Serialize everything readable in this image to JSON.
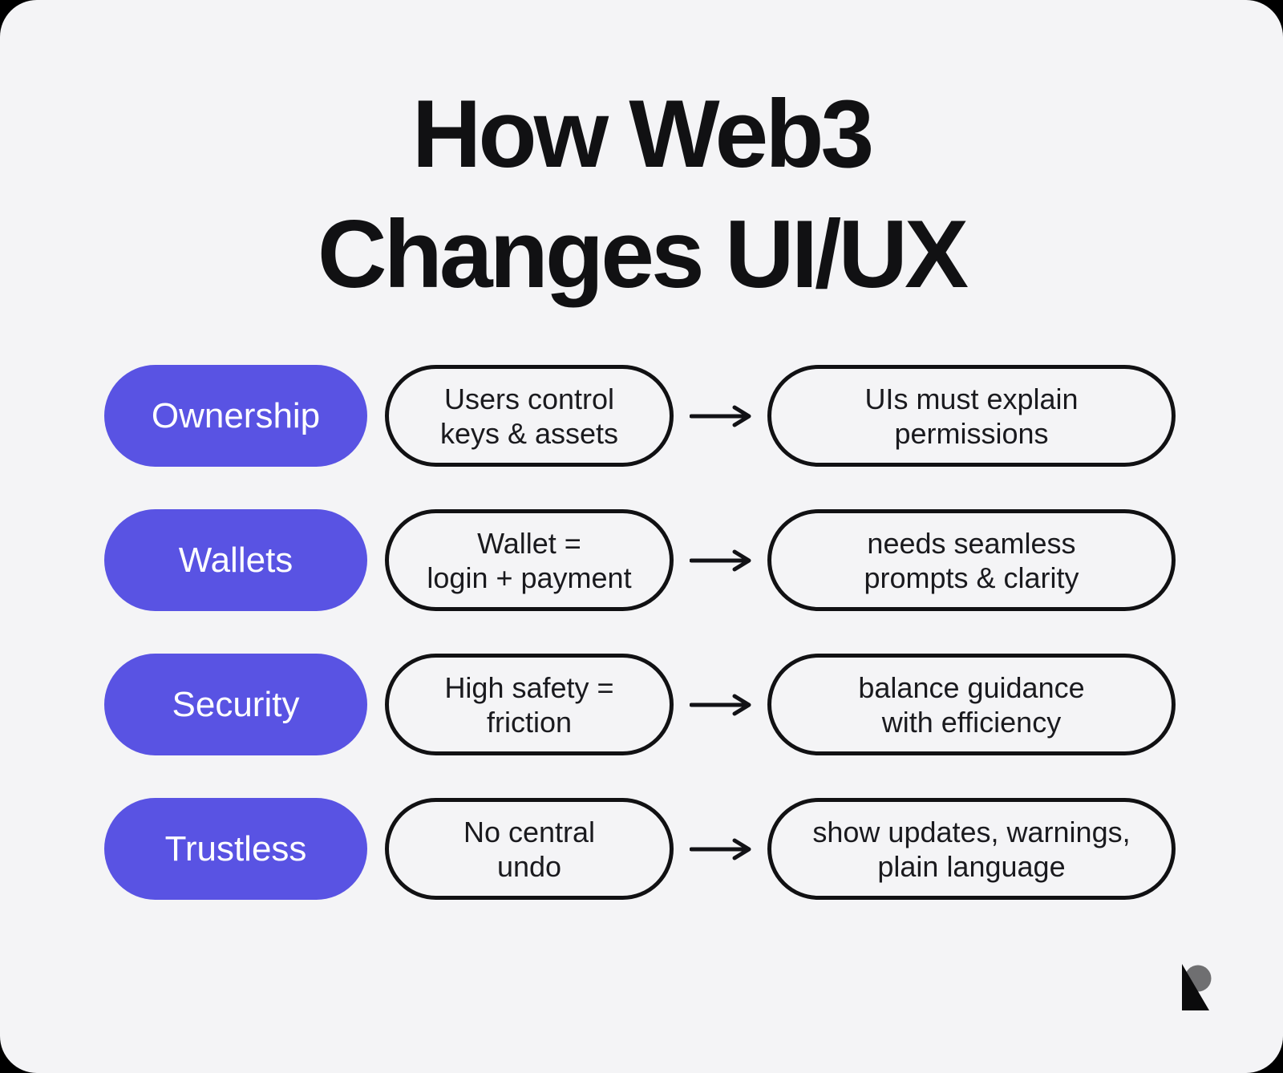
{
  "title": {
    "line1": "How Web3",
    "line2": "Changes UI/UX"
  },
  "rows": [
    {
      "label": "Ownership",
      "cause": "Users control\nkeys & assets",
      "effect": "UIs must explain\npermissions"
    },
    {
      "label": "Wallets",
      "cause": "Wallet =\nlogin + payment",
      "effect": "needs seamless\nprompts & clarity"
    },
    {
      "label": "Security",
      "cause": "High safety =\nfriction",
      "effect": "balance guidance\nwith efficiency"
    },
    {
      "label": "Trustless",
      "cause": "No central\nundo",
      "effect": "show updates, warnings,\nplain language"
    }
  ],
  "icons": {
    "arrow": "right-arrow",
    "logo": "r-mark-logo"
  },
  "colors": {
    "page_bg": "#000000",
    "card_bg": "#F4F4F6",
    "accent": "#5953E3",
    "ink": "#111113",
    "pill_text": "#1A1A1E",
    "logo_gray": "#6F6F71"
  }
}
